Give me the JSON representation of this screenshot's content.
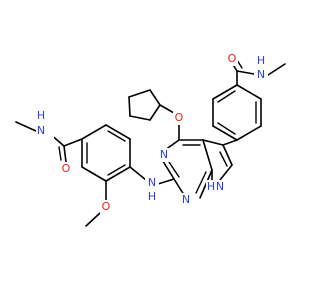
{
  "colors": {
    "bond": "#000000",
    "oxygen": "#e8241a",
    "nitrogen": "#2b3ff0",
    "background": "#ffffff"
  },
  "atom_labels": {
    "o_left_amide": "O",
    "nh_left_amide": "N",
    "nh_left_amide_h": "H",
    "o_methoxy": "O",
    "nh_amine": "N",
    "nh_amine_h": "H",
    "n_pyrimidine_left": "N",
    "n_pyrimidine_bottom": "N",
    "nh_pyrrole_h": "H",
    "nh_pyrrole": "N",
    "o_ether": "O",
    "o_right_amide": "O",
    "nh_right_amide_h": "H",
    "nh_right_amide": "N"
  }
}
